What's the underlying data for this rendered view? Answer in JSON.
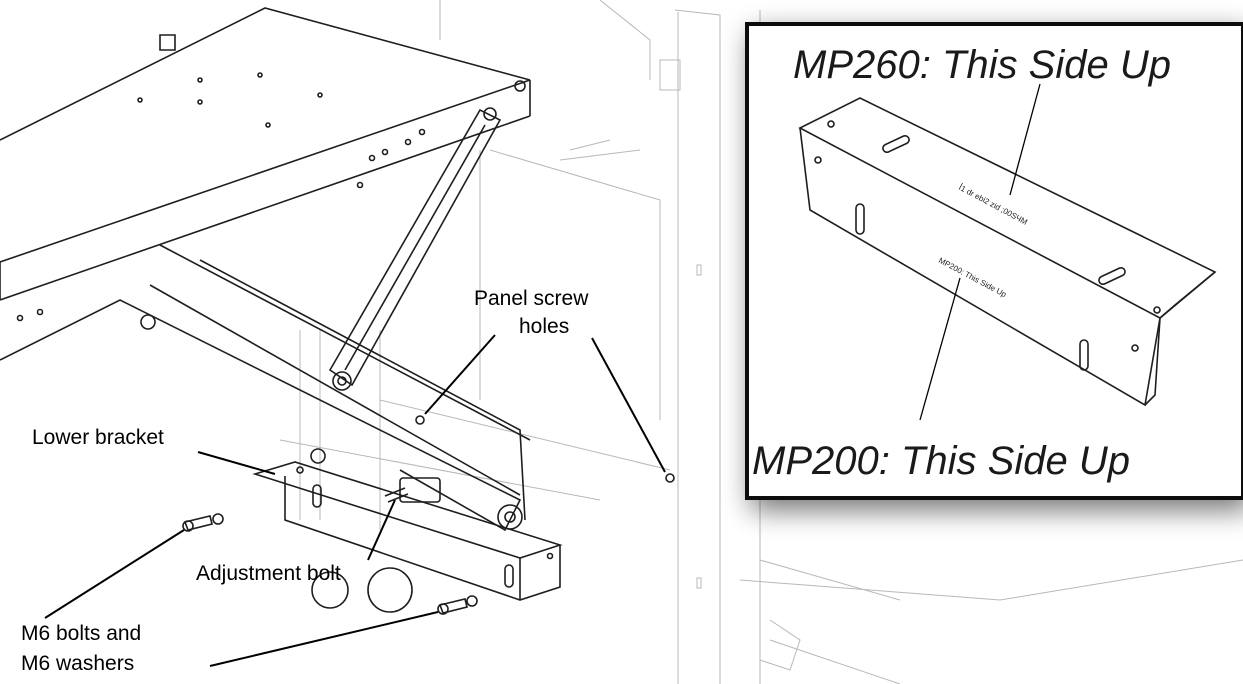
{
  "labels": {
    "panel_screw_holes_1": "Panel screw",
    "panel_screw_holes_2": "holes",
    "lower_bracket": "Lower bracket",
    "adjustment_bolt": "Adjustment bolt",
    "m6_line1": "M6 bolts and",
    "m6_line2": "M6 washers"
  },
  "inset": {
    "top_label": "MP260: This Side Up",
    "bottom_label": "MP200: This Side Up",
    "engraved_text": "MP200: This Side Up"
  }
}
